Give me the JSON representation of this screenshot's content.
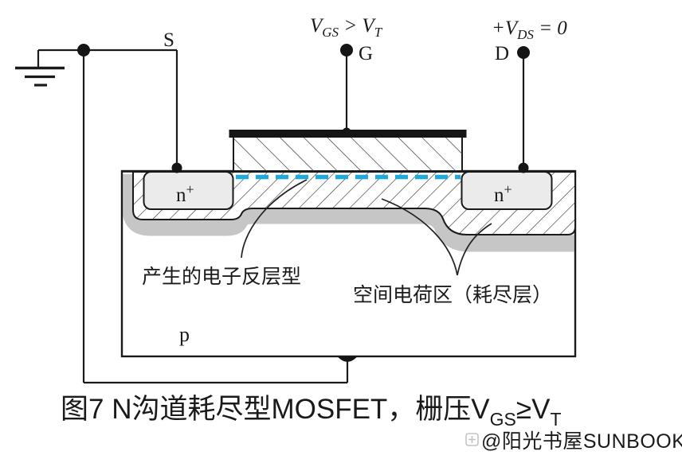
{
  "terminals": {
    "source": "S",
    "gate": "G",
    "drain": "D"
  },
  "bias_labels": {
    "gate": {
      "v": "V",
      "sub": "GS",
      "mid": " > V",
      "sub2": "T"
    },
    "drain": {
      "v": "+V",
      "sub": "DS",
      "tail": " = 0"
    }
  },
  "regions": {
    "n_plus_left": {
      "base": "n",
      "sup": "+"
    },
    "n_plus_right": {
      "base": "n",
      "sup": "+"
    },
    "substrate": "p"
  },
  "annotations": {
    "inversion_layer": "产生的电子反层型",
    "depletion_region": "空间电荷区（耗尽层）"
  },
  "caption": {
    "prefix": "图7 N沟道耗尽型MOSFET，栅压",
    "v1": "V",
    "sub1": "GS",
    "mid": "≥V",
    "sub2": "T"
  },
  "watermark": {
    "text": "@阳光书屋SUNBOOK"
  },
  "colors": {
    "accent_cyan": "#1FA9DC",
    "line_black": "#1a1a1a",
    "n_region_fill": "#ebebeb",
    "depletion_shadow": "#c6c6c6",
    "watermark_gray": "#c3c3c3"
  }
}
